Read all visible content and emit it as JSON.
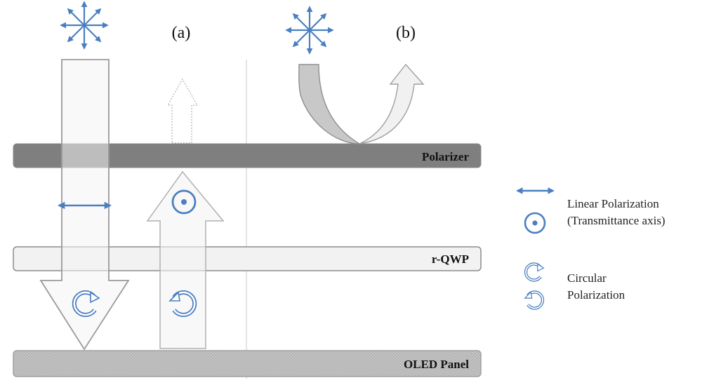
{
  "panels": {
    "a": {
      "label": "(a)"
    },
    "b": {
      "label": "(b)"
    }
  },
  "layers": {
    "polarizer": {
      "label": "Polarizer",
      "color": "#7f7f7f"
    },
    "qwp": {
      "label": "r-QWP",
      "color": "#f2f2f2"
    },
    "oled": {
      "label": "OLED Panel",
      "color": "#bfbfbf"
    }
  },
  "icons": {
    "unpolarized_light": "unpolarized-light-icon",
    "linear_polarization": "double-arrow-icon",
    "transmittance_axis": "circled-dot-icon",
    "circular_cw": "clockwise-circular-arrow-icon",
    "circular_ccw": "counterclockwise-circular-arrow-icon"
  },
  "legend": {
    "linear_line1": "Linear Polarization",
    "linear_line2": "(Transmittance axis)",
    "circular_line1": "Circular",
    "circular_line2": "Polarization"
  },
  "colors": {
    "accent_blue": "#4a7fc1",
    "arrow_fill": "#f4f4f4",
    "arrow_stroke": "#a6a6a6",
    "reflected_dark": "#c8c8c8"
  }
}
